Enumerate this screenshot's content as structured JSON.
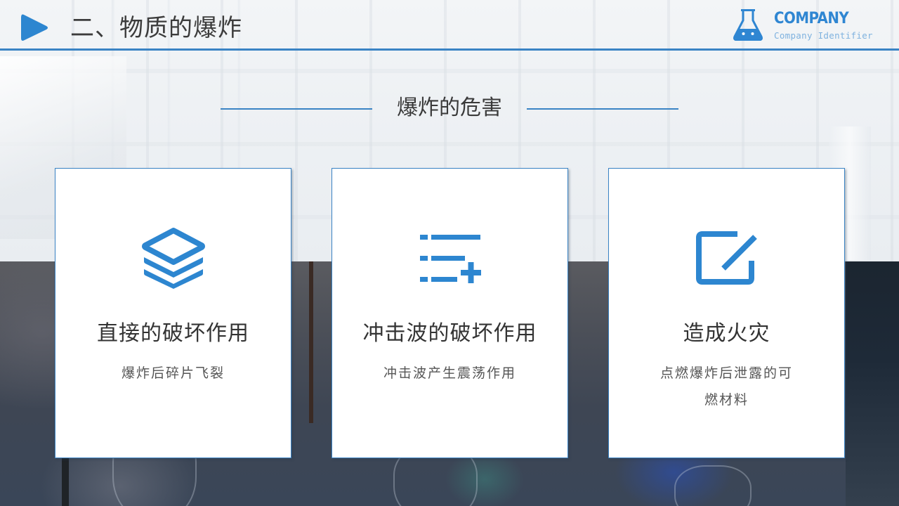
{
  "header": {
    "title": "二、物质的爆炸",
    "play_icon": "play-triangle-icon",
    "logo": {
      "icon": "flask-icon",
      "name": "COMPANY",
      "subtitle": "Company Identifier"
    }
  },
  "section": {
    "title": "爆炸的危害"
  },
  "cards": [
    {
      "icon": "layers-icon",
      "title": "直接的破坏作用",
      "description": "爆炸后碎片飞裂"
    },
    {
      "icon": "list-add-icon",
      "title": "冲击波的破坏作用",
      "description": "冲击波产生震荡作用"
    },
    {
      "icon": "edit-icon",
      "title": "造成火灾",
      "description": "点燃爆炸后泄露的可燃材料"
    }
  ],
  "colors": {
    "accent": "#3a83c4",
    "icon_blue": "#2d86d0",
    "logo_blue": "#2f86d2",
    "logo_sub": "#7fb2df",
    "title_text": "#3c3c3c",
    "desc_text": "#555555",
    "card_bg": "#ffffff"
  }
}
